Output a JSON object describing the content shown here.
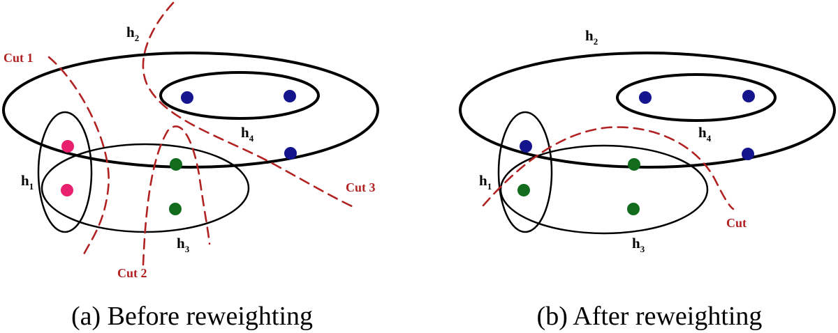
{
  "colors": {
    "cut": "#b22222",
    "node_pink": "#e8206e",
    "node_blue": "#14148c",
    "node_green": "#136b1e"
  },
  "panel_a": {
    "caption": "(a) Before reweighting",
    "hyperedges": [
      {
        "base": "h",
        "sub": "1"
      },
      {
        "base": "h",
        "sub": "2"
      },
      {
        "base": "h",
        "sub": "3"
      },
      {
        "base": "h",
        "sub": "4"
      }
    ],
    "cuts": [
      "Cut 1",
      "Cut 2",
      "Cut 3"
    ]
  },
  "panel_b": {
    "caption": "(b) After reweighting",
    "hyperedges": [
      {
        "base": "h",
        "sub": "1"
      },
      {
        "base": "h",
        "sub": "2"
      },
      {
        "base": "h",
        "sub": "3"
      },
      {
        "base": "h",
        "sub": "4"
      }
    ],
    "cut": "Cut"
  }
}
